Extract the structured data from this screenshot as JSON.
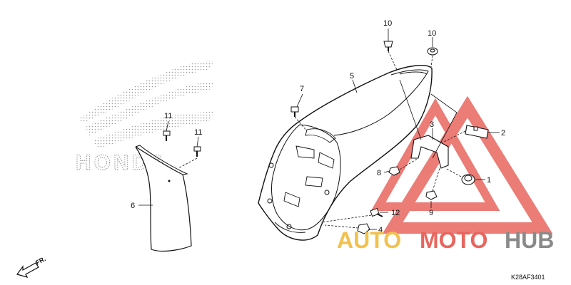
{
  "callouts": {
    "c1": "1",
    "c2": "2",
    "c3": "3",
    "c4": "4",
    "c5": "5",
    "c6": "6",
    "c7": "7",
    "c8": "8",
    "c9": "9",
    "c10a": "10",
    "c10b": "10",
    "c11a": "11",
    "c11b": "11",
    "c12": "12"
  },
  "background_logo_text": "HONDA",
  "watermark": {
    "part1": "AUTO",
    "part2": "MOTO",
    "part3": "HUB",
    "color_gold": "#f2c14e",
    "color_red": "#e8665f",
    "color_gray": "#8a8a8a"
  },
  "front_arrow_label": "FR.",
  "diagram_code": "K28AF3401"
}
